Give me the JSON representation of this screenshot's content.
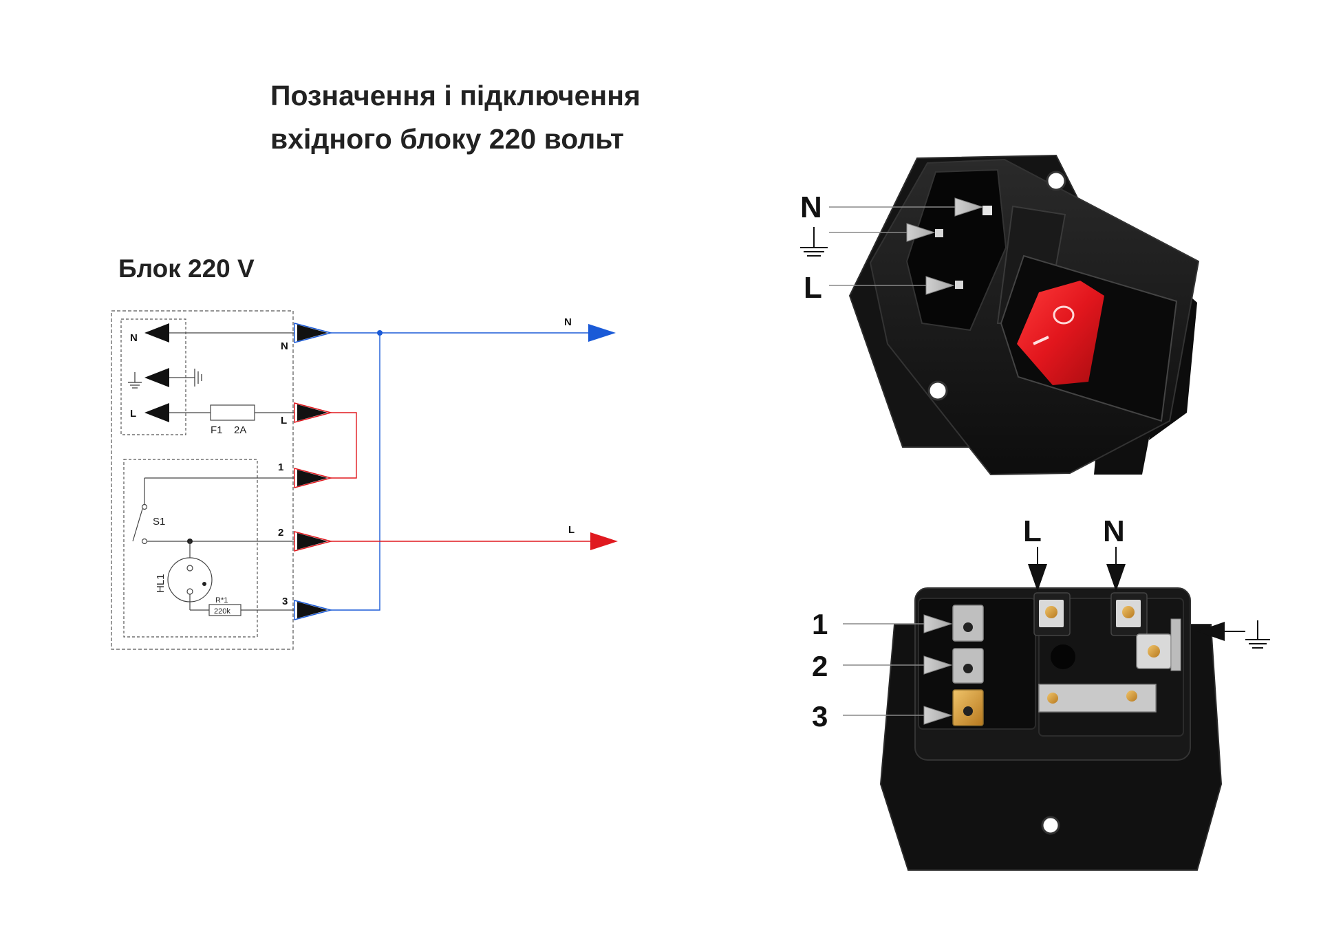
{
  "title": {
    "line1": "Позначення і підключення",
    "line2": "вхідного блоку 220 вольт"
  },
  "block_title": "Блок 220 V",
  "schematic": {
    "inner_pins": {
      "n": "N",
      "l": "L"
    },
    "connector_labels": {
      "n": "N",
      "l": "L",
      "t1": "1",
      "t2": "2",
      "t3": "3"
    },
    "fuse": {
      "designator": "F1",
      "rating": "2A"
    },
    "switch": {
      "designator": "S1"
    },
    "lamp": {
      "designator": "HL1"
    },
    "resistor": {
      "designator": "R*1",
      "value": "220k"
    },
    "output_n": "N",
    "output_l": "L",
    "colors": {
      "neutral": "#1a5ad7",
      "line": "#e0191f",
      "wire": "#444444",
      "dashed": "#555555"
    }
  },
  "photo_top": {
    "labels": {
      "n": "N",
      "l": "L"
    },
    "switch_marks": {
      "on": "I",
      "off": "O"
    },
    "colors": {
      "body": "#151515",
      "switch": "#e2161d",
      "arrow": "#b9b9b9"
    }
  },
  "photo_bottom": {
    "labels": {
      "l": "L",
      "n": "N",
      "t1": "1",
      "t2": "2",
      "t3": "3"
    }
  },
  "icons": [
    "ground-icon",
    "arrow-icon",
    "fuse-symbol",
    "switch-symbol",
    "lamp-symbol",
    "resistor-symbol"
  ]
}
